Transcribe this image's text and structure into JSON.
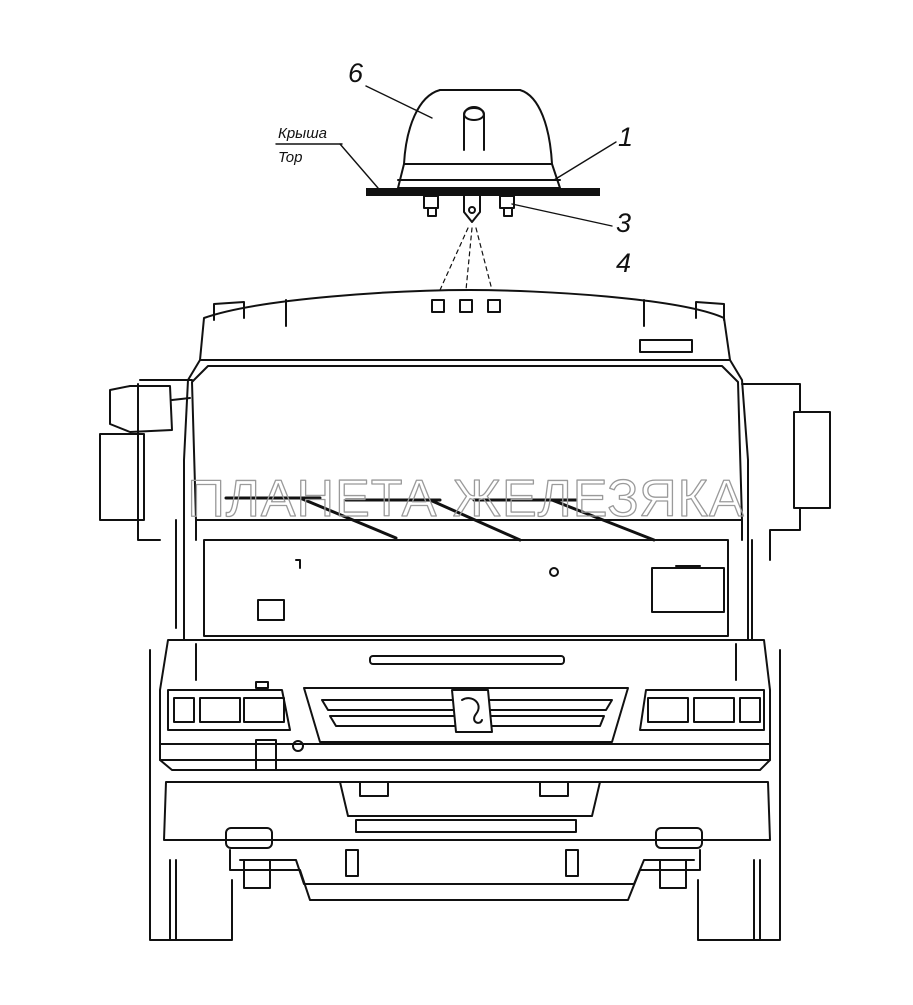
{
  "diagram": {
    "roof_label": "Крыша",
    "roof_label_en": "Top",
    "callouts": [
      "6",
      "1",
      "3",
      "4"
    ],
    "watermark": "ПЛАНЕТА ЖЕЛЕЗЯКА"
  },
  "colors": {
    "line": "#111111",
    "background": "#ffffff",
    "watermark": "#9a9a9a"
  }
}
